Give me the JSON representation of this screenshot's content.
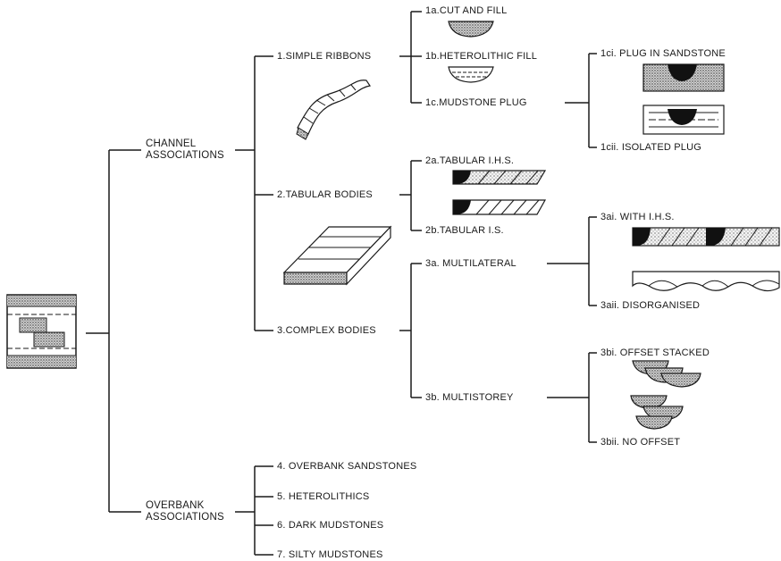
{
  "root": {
    "channel_associations": "CHANNEL\nASSOCIATIONS",
    "overbank_associations": "OVERBANK\nASSOCIATIONS"
  },
  "channel": {
    "simple_ribbons": "1.SIMPLE RIBBONS",
    "tabular_bodies": "2.TABULAR BODIES",
    "complex_bodies": "3.COMPLEX BODIES",
    "cut_and_fill": "1a.CUT AND FILL",
    "heterolithic_fill": "1b.HETEROLITHIC FILL",
    "mudstone_plug": "1c.MUDSTONE PLUG",
    "plug_in_sandstone": "1ci. PLUG IN SANDSTONE",
    "isolated_plug": "1cii. ISOLATED PLUG",
    "tabular_ihs": "2a.TABULAR I.H.S.",
    "tabular_is": "2b.TABULAR I.S.",
    "multilateral": "3a. MULTILATERAL",
    "multistorey": "3b. MULTISTOREY",
    "with_ihs": "3ai. WITH I.H.S.",
    "disorganised": "3aii. DISORGANISED",
    "offset_stacked": "3bi. OFFSET STACKED",
    "no_offset": "3bii. NO OFFSET"
  },
  "overbank": {
    "overbank_sandstones": "4. OVERBANK SANDSTONES",
    "heterolithics": "5. HETEROLITHICS",
    "dark_mudstones": "6. DARK MUDSTONES",
    "silty_mudstones": "7. SILTY MUDSTONES"
  }
}
